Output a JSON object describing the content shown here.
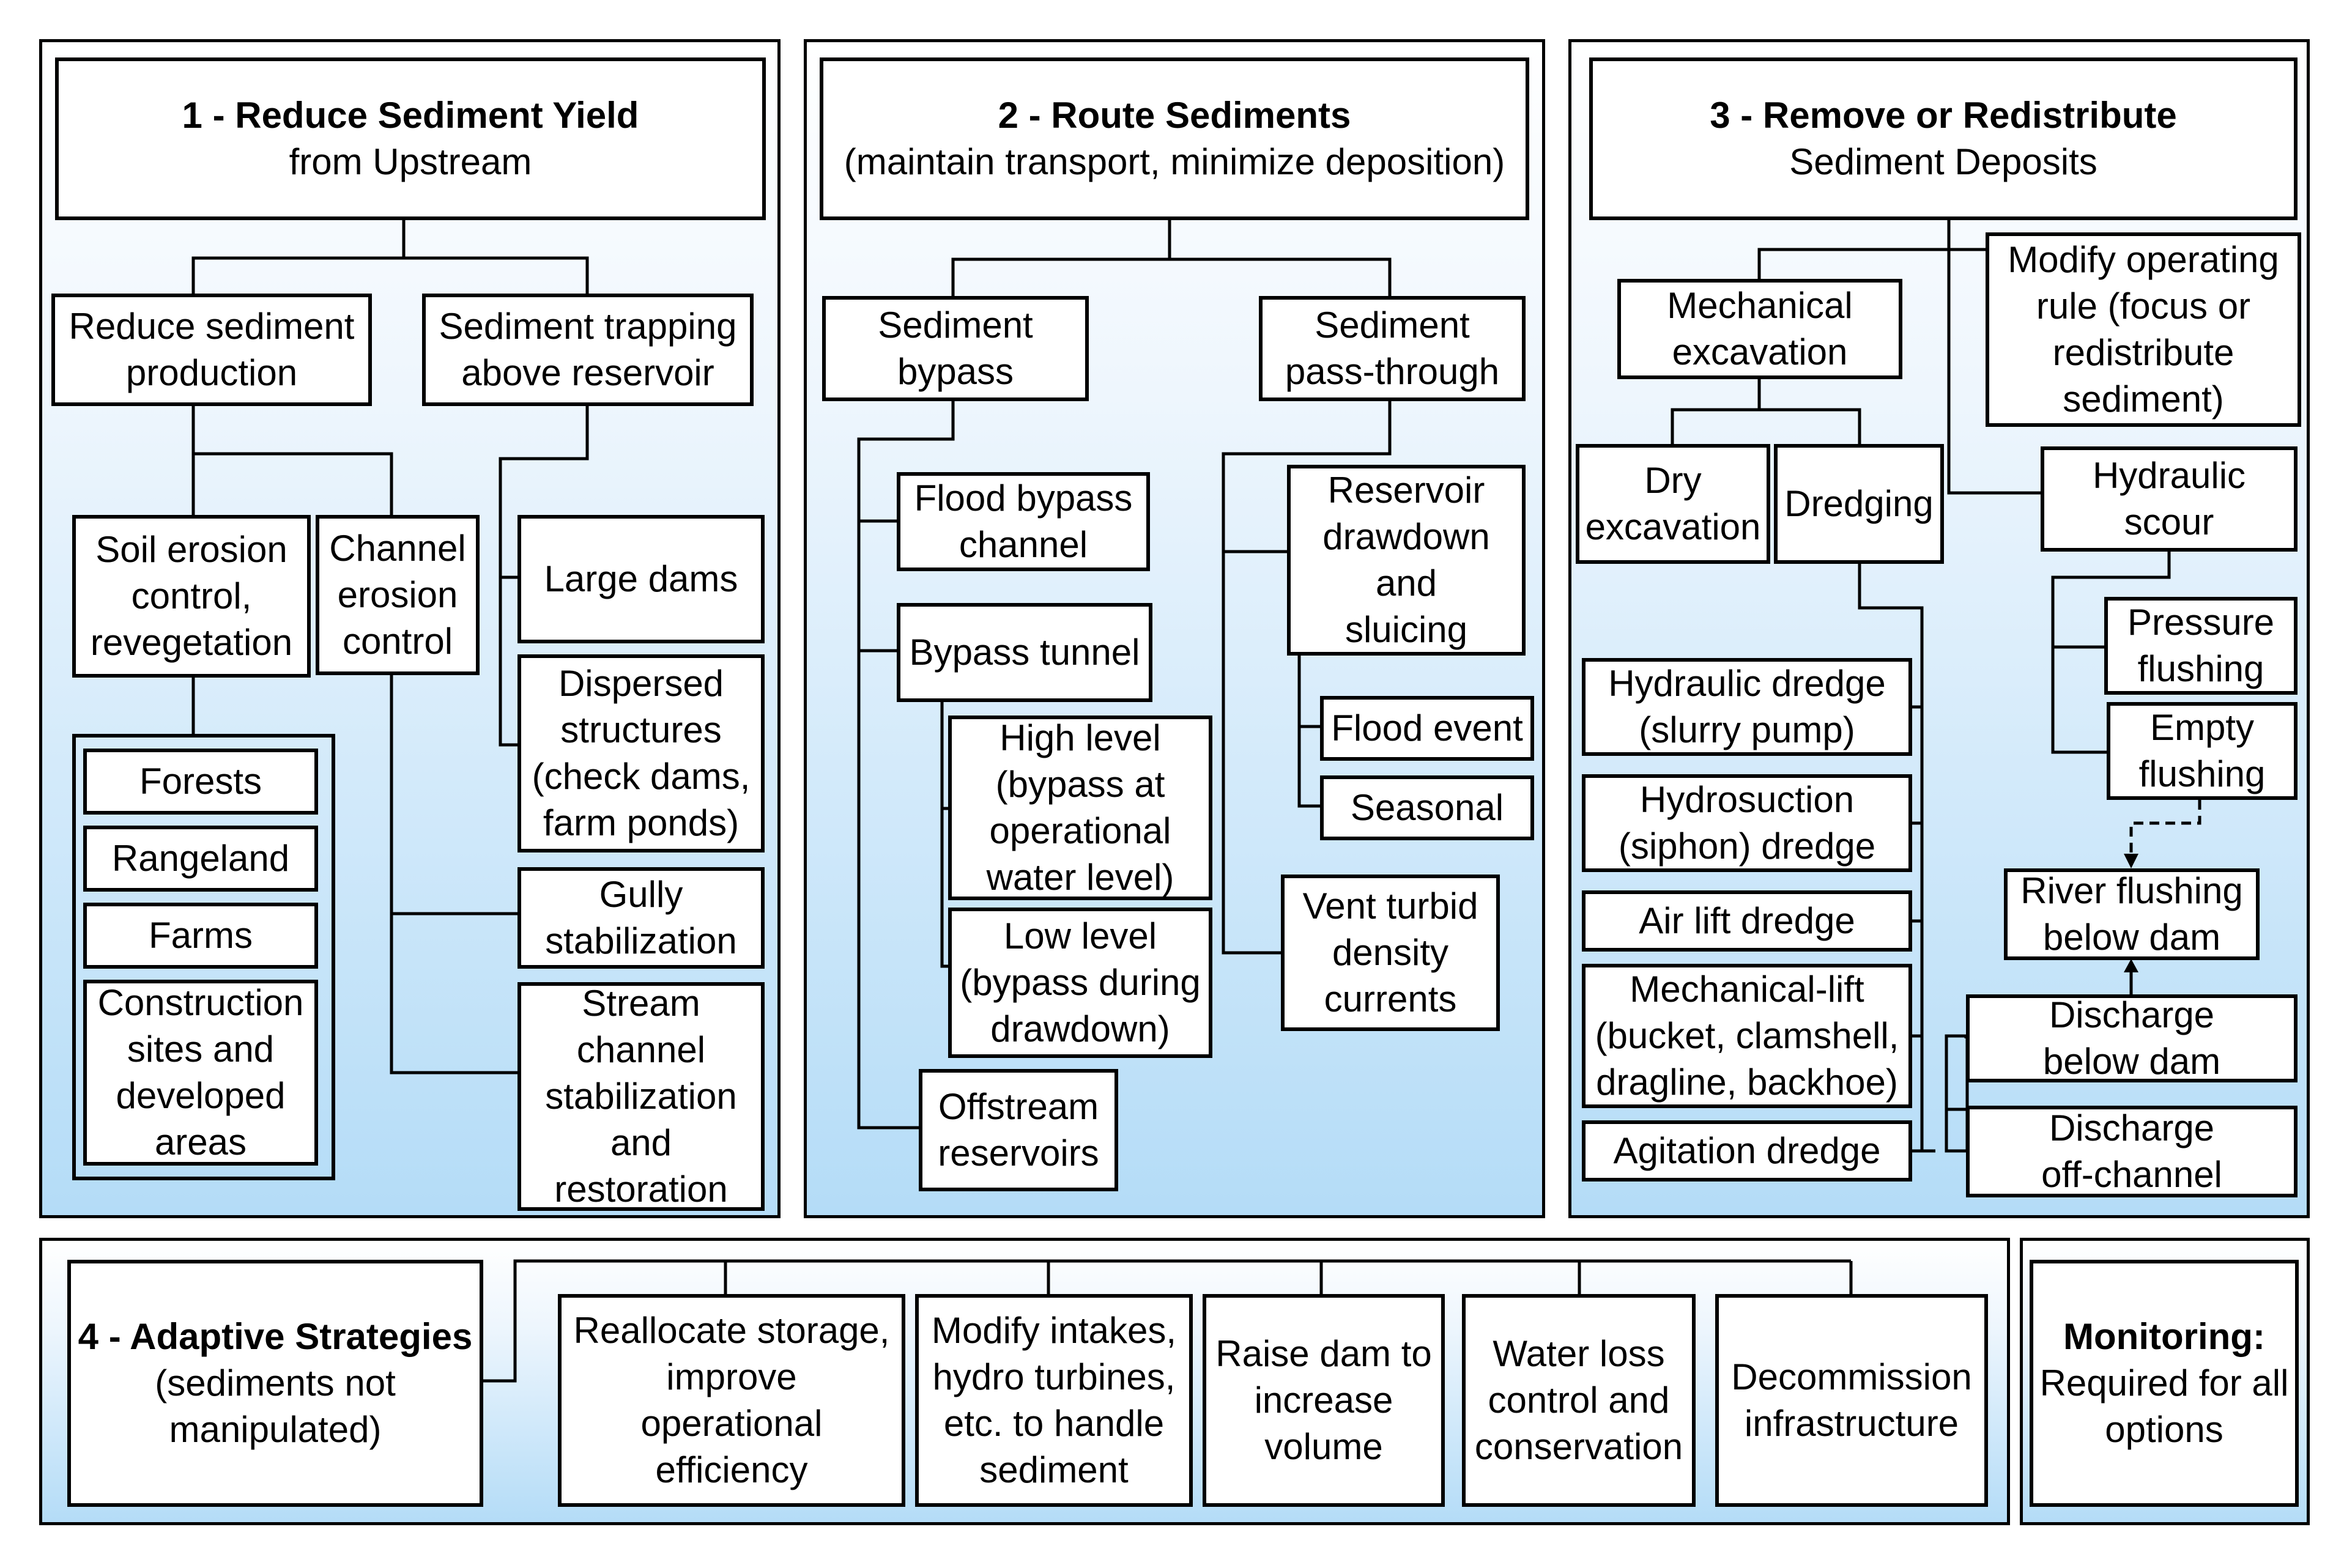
{
  "sections": {
    "reduce": {
      "heading": "1 - Reduce Sediment Yield",
      "subheading": "from Upstream"
    },
    "route": {
      "heading": "2 - Route Sediments",
      "subheading": "(maintain transport, minimize deposition)"
    },
    "remove": {
      "heading": "3 - Remove or Redistribute",
      "subheading": "Sediment Deposits"
    },
    "adaptive": {
      "heading": "4 - Adaptive Strategies",
      "subheading": "(sediments not\nmanipulated)"
    },
    "monitoring": {
      "heading": "Monitoring:",
      "subheading": "Required for all\noptions"
    }
  },
  "nodes": {
    "reduce_production": "Reduce sediment\nproduction",
    "sediment_trapping": "Sediment trapping\nabove reservoir",
    "soil_erosion": "Soil erosion\ncontrol,\nrevegetation",
    "channel_erosion": "Channel\nerosion\ncontrol",
    "forests": "Forests",
    "rangeland": "Rangeland",
    "farms": "Farms",
    "construction": "Construction\nsites and\ndeveloped\nareas",
    "large_dams": "Large dams",
    "dispersed": "Dispersed\nstructures\n(check dams,\nfarm ponds)",
    "gully": "Gully\nstabilization",
    "stream_channel": "Stream\nchannel\nstabilization\nand\nrestoration",
    "sediment_bypass": "Sediment\nbypass",
    "sediment_passthrough": "Sediment\npass-through",
    "flood_bypass": "Flood bypass\nchannel",
    "bypass_tunnel": "Bypass tunnel",
    "high_level": "High level\n(bypass at\noperational\nwater level)",
    "low_level": "Low level\n(bypass during\ndrawdown)",
    "offstream": "Offstream\nreservoirs",
    "reservoir_drawdown": "Reservoir\ndrawdown\nand\nsluicing",
    "flood_event": "Flood event",
    "seasonal": "Seasonal",
    "vent_turbid": "Vent turbid\ndensity\ncurrents",
    "mechanical_excavation": "Mechanical\nexcavation",
    "modify_operating": "Modify operating\nrule (focus or\nredistribute\nsediment)",
    "dry_excavation": "Dry\nexcavation",
    "dredging": "Dredging",
    "hydraulic_scour": "Hydraulic\nscour",
    "pressure_flushing": "Pressure\nflushing",
    "empty_flushing": "Empty\nflushing",
    "hydraulic_dredge": "Hydraulic dredge\n(slurry pump)",
    "hydrosuction": "Hydrosuction\n(siphon) dredge",
    "air_lift": "Air lift dredge",
    "mechanical_lift": "Mechanical-lift\n(bucket, clamshell,\ndragline, backhoe)",
    "agitation": "Agitation dredge",
    "river_flushing": "River flushing\nbelow dam",
    "discharge_below": "Discharge\nbelow dam",
    "discharge_off": "Discharge\noff-channel",
    "reallocate": "Reallocate storage,\nimprove\noperational\nefficiency",
    "modify_intakes": "Modify intakes,\nhydro turbines,\netc. to handle\nsediment",
    "raise_dam": "Raise dam to\nincrease\nvolume",
    "water_loss": "Water loss\ncontrol and\nconservation",
    "decommission": "Decommission\ninfrastructure"
  }
}
